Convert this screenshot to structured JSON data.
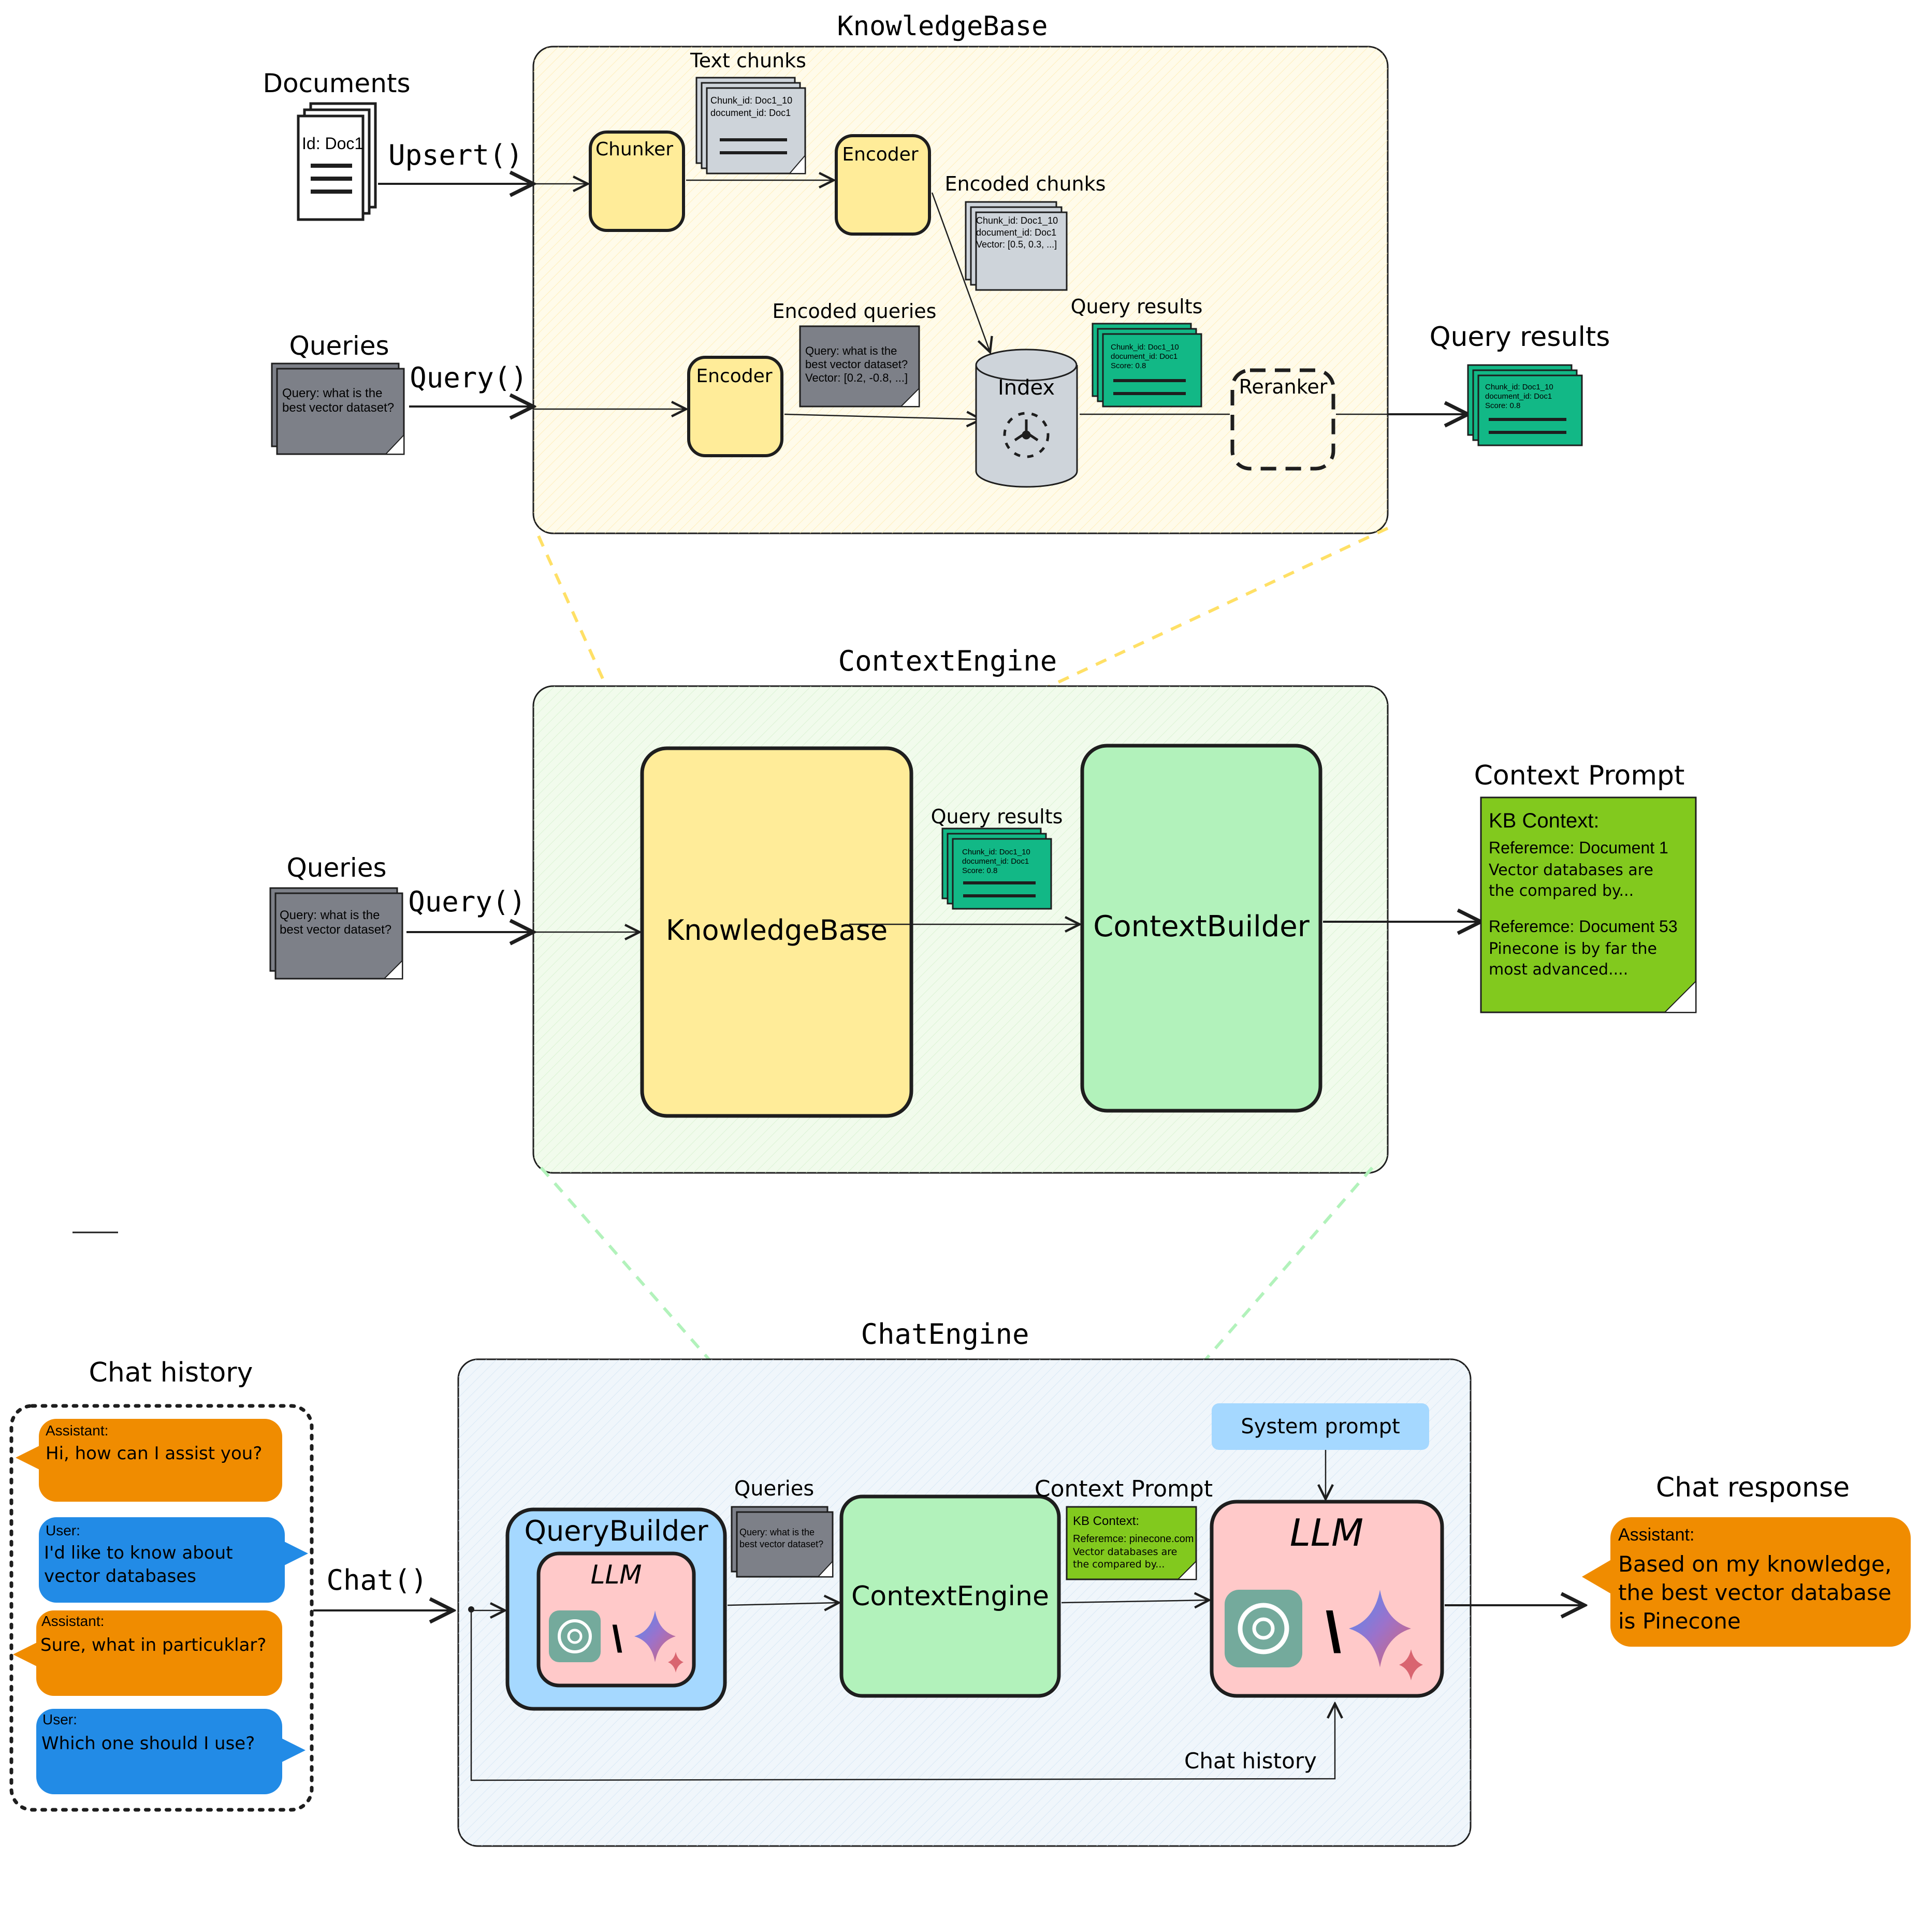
{
  "colors": {
    "kb_panel": "#fff7d6",
    "ce_panel": "#e9f8e4",
    "chat_panel": "#e6f1fa",
    "yellow_box": "#ffec99",
    "green_box": "#b2f2bb",
    "blue_box": "#a5d8ff",
    "pink_box": "#ffc9c9",
    "query_note": "#7d8088",
    "result_note": "#12b886",
    "context_note": "#82c91e",
    "assistant_bubble": "#f08c00",
    "user_bubble": "#228be6",
    "system_prompt": "#a5d8ff",
    "dashed_yellow": "#ffe066",
    "dashed_green": "#b2f2bb"
  },
  "knowledge_base": {
    "title": "KnowledgeBase",
    "documents_label": "Documents",
    "doc_id": "Id: Doc1",
    "upsert": "Upsert()",
    "chunker": "Chunker",
    "text_chunks_label": "Text chunks",
    "text_chunk_line1": "Chunk_id: Doc1_10",
    "text_chunk_line2": "document_id: Doc1",
    "encoder_top": "Encoder",
    "encoded_chunks_label": "Encoded chunks",
    "encoded_chunk_line1": "Chunk_id: Doc1_10",
    "encoded_chunk_line2": "document_id: Doc1",
    "encoded_chunk_line3": "Vector: [0.5, 0.3, ...]",
    "queries_label": "Queries",
    "query_line1": "Query: what is the",
    "query_line2": "best vector dataset?",
    "query_call": "Query()",
    "encoder_bottom": "Encoder",
    "encoded_queries_label": "Encoded queries",
    "encoded_query_line1": "Query: what is the",
    "encoded_query_line2": "best vector dataset?",
    "encoded_query_line3": "Vector: [0.2, -0.8, ...]",
    "index": "Index",
    "query_results_inner_label": "Query results",
    "result_line1": "Chunk_id: Doc1_10",
    "result_line2": "document_id: Doc1",
    "result_line3": "Score: 0.8",
    "reranker": "Reranker",
    "query_results_outer_label": "Query results"
  },
  "context_engine": {
    "title": "ContextEngine",
    "queries_label": "Queries",
    "query_line1": "Query: what is the",
    "query_line2": "best vector dataset?",
    "query_call": "Query()",
    "knowledge_base": "KnowledgeBase",
    "query_results_label": "Query results",
    "result_line1": "Chunk_id: Doc1_10",
    "result_line2": "document_id: Doc1",
    "result_line3": "Score: 0.8",
    "context_builder": "ContextBuilder",
    "context_prompt_label": "Context Prompt",
    "kb_context": "KB Context:",
    "ref1": "Referemce: Document 1",
    "ref1_text1": "Vector databases are",
    "ref1_text2": "the compared by...",
    "ref2": "Referemce: Document 53",
    "ref2_text1": "Pinecone is by far the",
    "ref2_text2": "most advanced...."
  },
  "chat_engine": {
    "title": "ChatEngine",
    "chat_history_label": "Chat history",
    "bubbles": [
      {
        "role": "Assistant:",
        "text1": "Hi, how can I assist you?",
        "text2": ""
      },
      {
        "role": "User:",
        "text1": "I'd like to know about",
        "text2": "vector databases"
      },
      {
        "role": "Assistant:",
        "text1": "Sure, what in particuklar?",
        "text2": ""
      },
      {
        "role": "User:",
        "text1": "Which one should I use?",
        "text2": ""
      }
    ],
    "chat_call": "Chat()",
    "query_builder": "QueryBuilder",
    "llm_small": "LLM",
    "queries_label": "Queries",
    "query_line1": "Query: what is the",
    "query_line2": "best vector dataset?",
    "context_engine": "ContextEngine",
    "context_prompt_label": "Context Prompt",
    "ctx_line1": "KB Context:",
    "ctx_line2": "Referemce: pinecone.com",
    "ctx_line3": "Vector databases are",
    "ctx_line4": "the compared by...",
    "system_prompt": "System prompt",
    "llm_big": "LLM",
    "chat_history_inner": "Chat history",
    "chat_response_label": "Chat response",
    "response_role": "Assistant:",
    "response_line1": "Based on my knowledge,",
    "response_line2": "the best vector database",
    "response_line3": "is Pinecone"
  },
  "icons": {
    "openai": "openai-logo-icon",
    "gemini": "sparkle-icon",
    "index": "network-icon",
    "document": "document-stack-icon"
  }
}
